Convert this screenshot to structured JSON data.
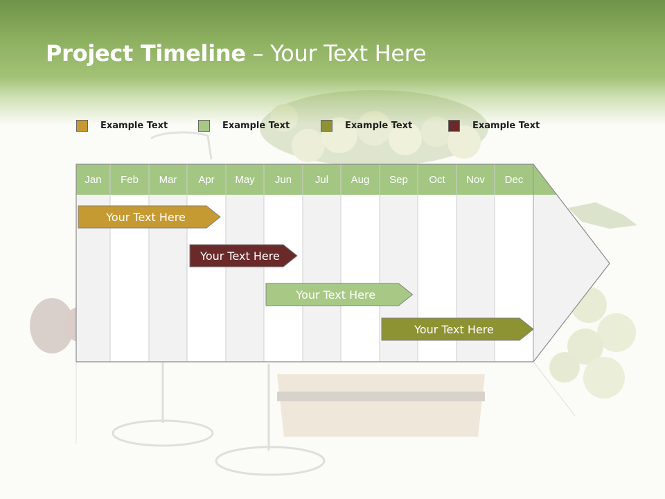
{
  "title": {
    "bold": "Project Timeline",
    "rest": " – Your Text Here"
  },
  "legend": [
    {
      "label": "Example Text",
      "color": "#c69a32"
    },
    {
      "label": "Example Text",
      "color": "#a7c985"
    },
    {
      "label": "Example Text",
      "color": "#8d9233"
    },
    {
      "label": "Example Text",
      "color": "#6b2a2a"
    }
  ],
  "months": [
    "Jan",
    "Feb",
    "Mar",
    "Apr",
    "May",
    "Jun",
    "Jul",
    "Aug",
    "Sep",
    "Oct",
    "Nov",
    "Dec"
  ],
  "colors": {
    "header_green": "#8fb262",
    "month_header": "#a3c683",
    "grid_light": "#f2f2f2",
    "grid_white": "#ffffff"
  },
  "bars": [
    {
      "label": "Your  Text Here",
      "color": "#c69a32",
      "start_month": "Jan",
      "end_month": "Apr"
    },
    {
      "label": "Your  Text Here",
      "color": "#6b2a2a",
      "start_month": "Apr",
      "end_month": "Jun"
    },
    {
      "label": "Your  Text Here",
      "color": "#a7c985",
      "start_month": "Jun",
      "end_month": "Sep"
    },
    {
      "label": "Your  Text Here",
      "color": "#8d9233",
      "start_month": "Sep",
      "end_month": "Dec"
    }
  ]
}
